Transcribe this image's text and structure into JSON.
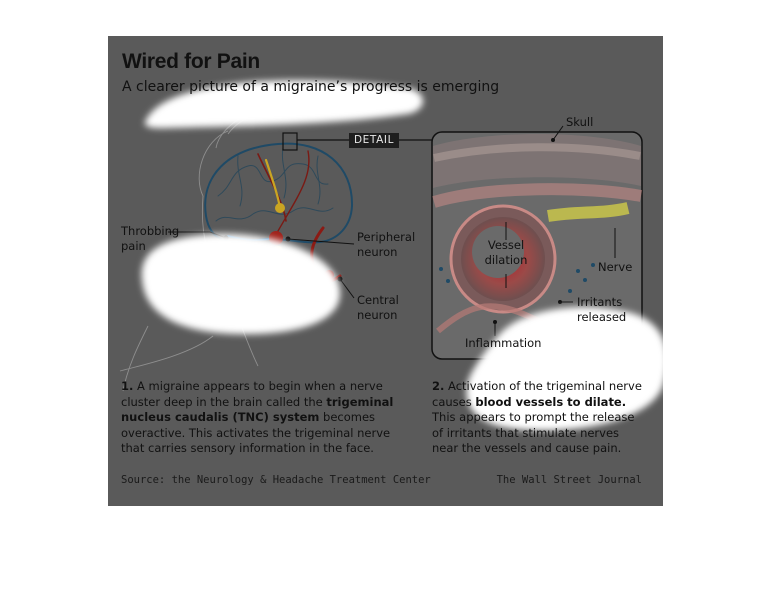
{
  "graphic": {
    "title": "Wired for Pain",
    "subtitle": "A clearer picture of a migraine’s progress is emerging",
    "detail_tag": "DETAIL",
    "labels": {
      "throbbing_pain": [
        "Throbbing",
        "pain"
      ],
      "peripheral_neuron": [
        "Peripheral",
        "neuron"
      ],
      "central_neuron": [
        "Central",
        "neuron"
      ],
      "skull": "Skull",
      "vessel_dilation": [
        "Vessel",
        "dilation"
      ],
      "nerve": "Nerve",
      "irritants_released": [
        "Irritants",
        "released"
      ],
      "inflammation": "Inflammation"
    },
    "step1": {
      "number": "1.",
      "text_a": "A migraine appears to begin when a nerve cluster deep in the brain called the",
      "bold": "trigeminal nucleus caudalis (TNC) system",
      "text_b": "becomes overactive. This activates the trigeminal nerve that carries sensory information in the face."
    },
    "step2": {
      "number": "2.",
      "text_a": "Activation of the trigeminal nerve causes",
      "bold": "blood vessels to dilate.",
      "text_b": "This appears to prompt the release of irritants that stimulate nerves near the vessels and cause pain."
    },
    "source": "Source: the Neurology & Headache Treatment Center",
    "credit": "The Wall Street Journal"
  },
  "colors": {
    "panel": "#5a5a5a",
    "brain_outline": "#1f4a66",
    "neuron_red": "#8b1a14",
    "nerve_yellow": "#e9d63a",
    "vessel_pink": "#c88a86",
    "highlight": "#ffffff"
  }
}
